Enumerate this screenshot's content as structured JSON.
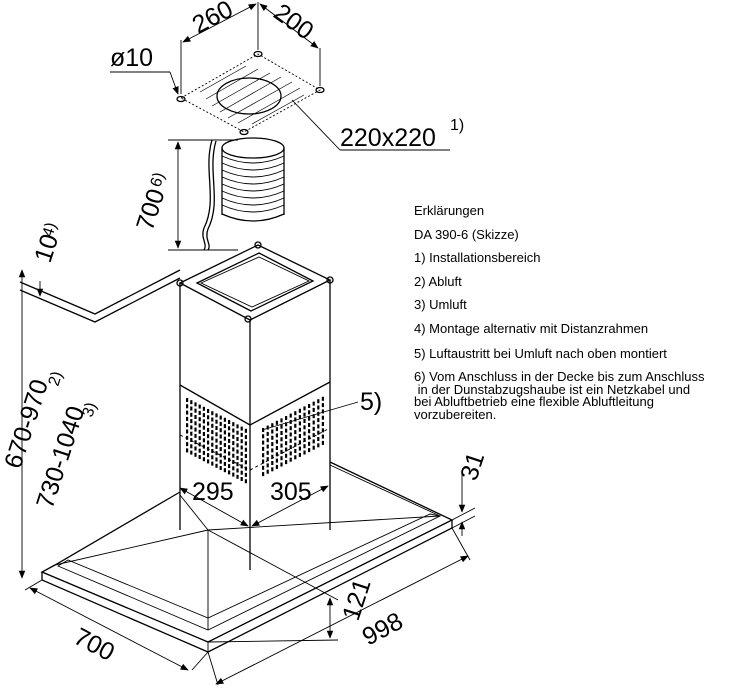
{
  "dimensions": {
    "hole_diameter": "ø10",
    "top_width": "260",
    "top_depth": "200",
    "installation_area": "220x220",
    "installation_area_note": "1)",
    "duct_height": "700",
    "duct_height_note": "6)",
    "ceiling_gap": "10",
    "ceiling_gap_note": "4)",
    "height_exhaust": "670-970",
    "height_exhaust_note": "2)",
    "height_recirc": "730-1040",
    "height_recirc_note": "3)",
    "vent_label": "5)",
    "chimney_left": "295",
    "chimney_right": "305",
    "canopy_thickness": "31",
    "canopy_height": "121",
    "depth": "700",
    "width": "998"
  },
  "legend": {
    "title": "Erklärungen",
    "model": "DA 390-6 (Skizze)",
    "items": [
      "1) Installationsbereich",
      "2) Abluft",
      "3) Umluft",
      "4) Montage alternativ mit Distanzrahmen",
      "5) Luftaustritt bei Umluft nach oben montiert"
    ],
    "note_lines": [
      "6) Vom Anschluss in der Decke bis zum Anschluss",
      " in der Dunstabzugshaube ist ein Netzkabel und",
      "bei Abluftbetrieb eine flexible Abluftleitung",
      "vorzubereiten."
    ]
  }
}
